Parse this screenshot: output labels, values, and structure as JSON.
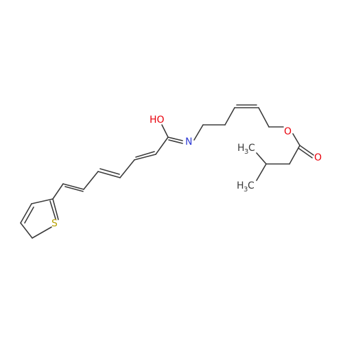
{
  "molecule": {
    "atoms": {
      "hydroxyl": "HO",
      "imine_n": "N",
      "ester_o": "O",
      "carbonyl_o": "O",
      "thiophene_s": "S",
      "methyl_1": {
        "main": "H",
        "sub": "3",
        "tail": "C"
      },
      "methyl_2": {
        "main": "H",
        "sub": "3",
        "tail": "C"
      }
    },
    "colors": {
      "bond": "#3b3b3b",
      "oxygen": "#e8000b",
      "nitrogen": "#2f3bd5",
      "sulfur": "#b7a000",
      "carbon_label": "#3b3b3b"
    }
  }
}
